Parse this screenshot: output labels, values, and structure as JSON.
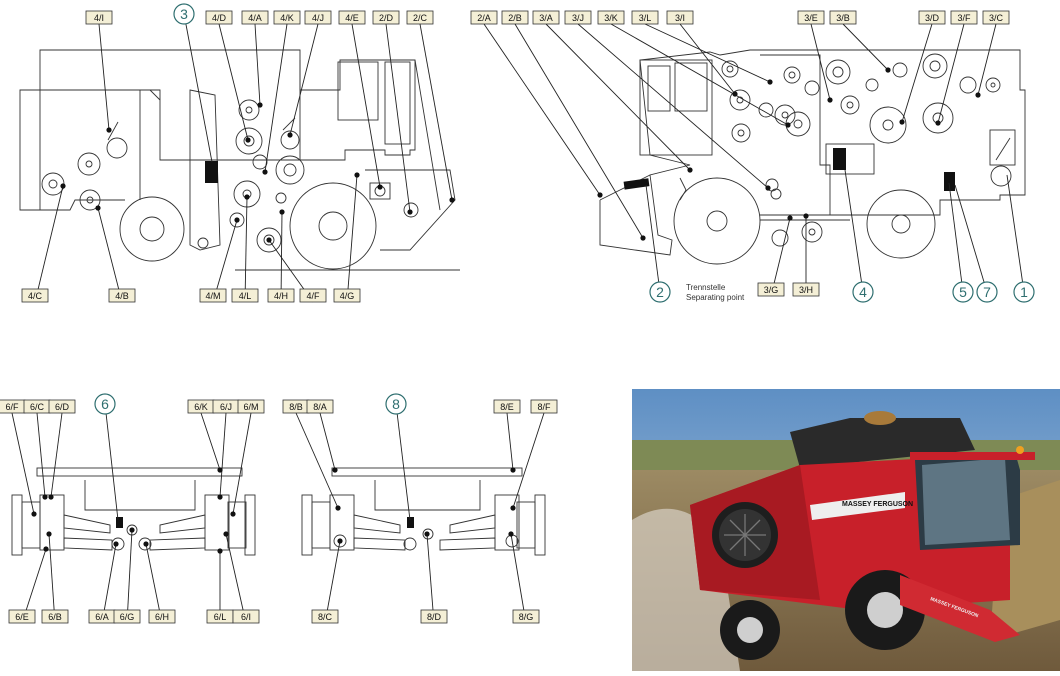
{
  "labels": [
    {
      "id": "4/I",
      "text": "4/I"
    },
    {
      "id": "4/D",
      "text": "4/D"
    },
    {
      "id": "4/A",
      "text": "4/A"
    },
    {
      "id": "4/K",
      "text": "4/K"
    },
    {
      "id": "4/J",
      "text": "4/J"
    },
    {
      "id": "4/E",
      "text": "4/E"
    },
    {
      "id": "2/D",
      "text": "2/D"
    },
    {
      "id": "2/C",
      "text": "2/C"
    },
    {
      "id": "4/C",
      "text": "4/C"
    },
    {
      "id": "4/B",
      "text": "4/B"
    },
    {
      "id": "4/M",
      "text": "4/M"
    },
    {
      "id": "4/L",
      "text": "4/L"
    },
    {
      "id": "4/H",
      "text": "4/H"
    },
    {
      "id": "4/F",
      "text": "4/F"
    },
    {
      "id": "4/G",
      "text": "4/G"
    },
    {
      "id": "2/A",
      "text": "2/A"
    },
    {
      "id": "2/B",
      "text": "2/B"
    },
    {
      "id": "3/A",
      "text": "3/A"
    },
    {
      "id": "3/J",
      "text": "3/J"
    },
    {
      "id": "3/K",
      "text": "3/K"
    },
    {
      "id": "3/L",
      "text": "3/L"
    },
    {
      "id": "3/I",
      "text": "3/I"
    },
    {
      "id": "3/E",
      "text": "3/E"
    },
    {
      "id": "3/B",
      "text": "3/B"
    },
    {
      "id": "3/D",
      "text": "3/D"
    },
    {
      "id": "3/F",
      "text": "3/F"
    },
    {
      "id": "3/C",
      "text": "3/C"
    },
    {
      "id": "3/G",
      "text": "3/G"
    },
    {
      "id": "3/H",
      "text": "3/H"
    },
    {
      "id": "6/F",
      "text": "6/F"
    },
    {
      "id": "6/C",
      "text": "6/C"
    },
    {
      "id": "6/D",
      "text": "6/D"
    },
    {
      "id": "6/K",
      "text": "6/K"
    },
    {
      "id": "6/J",
      "text": "6/J"
    },
    {
      "id": "6/M",
      "text": "6/M"
    },
    {
      "id": "6/E",
      "text": "6/E"
    },
    {
      "id": "6/B",
      "text": "6/B"
    },
    {
      "id": "6/A",
      "text": "6/A"
    },
    {
      "id": "6/G",
      "text": "6/G"
    },
    {
      "id": "6/H",
      "text": "6/H"
    },
    {
      "id": "6/L",
      "text": "6/L"
    },
    {
      "id": "6/I",
      "text": "6/I"
    },
    {
      "id": "8/B",
      "text": "8/B"
    },
    {
      "id": "8/A",
      "text": "8/A"
    },
    {
      "id": "8/E",
      "text": "8/E"
    },
    {
      "id": "8/F",
      "text": "8/F"
    },
    {
      "id": "8/C",
      "text": "8/C"
    },
    {
      "id": "8/D",
      "text": "8/D"
    },
    {
      "id": "8/G",
      "text": "8/G"
    }
  ],
  "circles": [
    {
      "id": "c3",
      "text": "3"
    },
    {
      "id": "c2",
      "text": "2"
    },
    {
      "id": "c4",
      "text": "4"
    },
    {
      "id": "c5",
      "text": "5"
    },
    {
      "id": "c7",
      "text": "7"
    },
    {
      "id": "c1",
      "text": "1"
    },
    {
      "id": "c6",
      "text": "6"
    },
    {
      "id": "c8",
      "text": "8"
    }
  ],
  "separating_point": {
    "line1": "Trennstelle",
    "line2": "Separating point"
  },
  "photo": {
    "brand": "MASSEY FERGUSON",
    "brand_header": "MASSEY FERGUSON"
  }
}
